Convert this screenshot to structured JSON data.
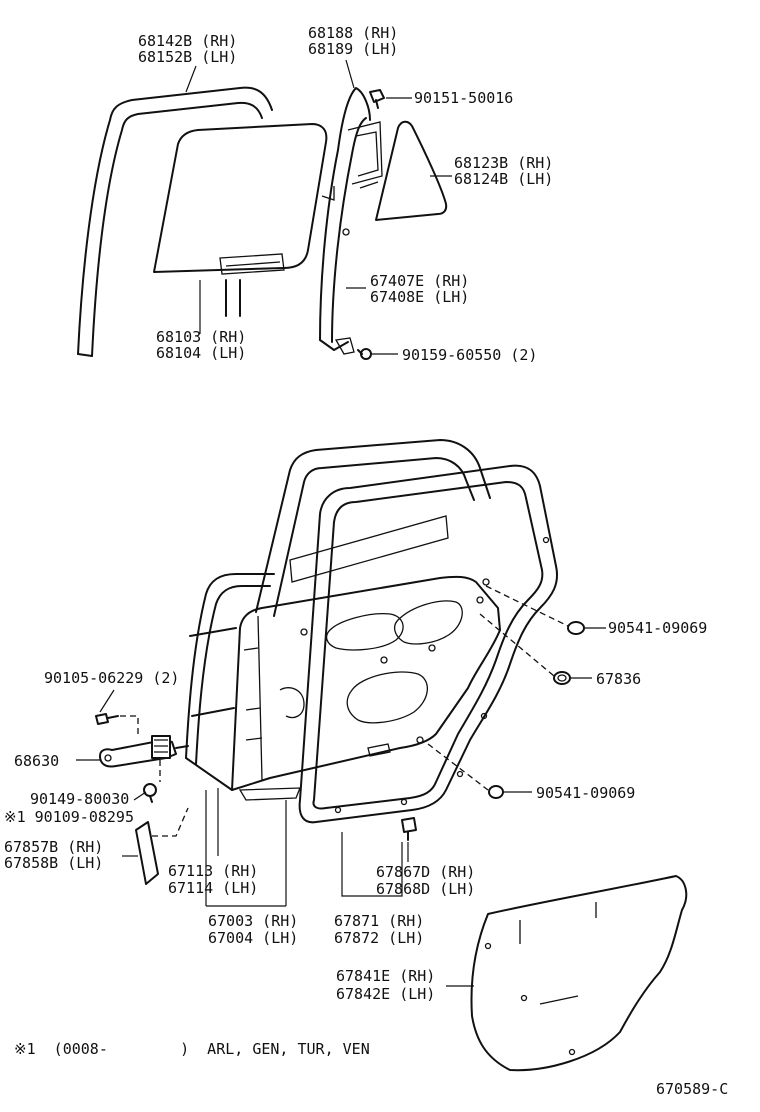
{
  "labels": {
    "glass_run_top": [
      "68142B (RH)",
      "68152B (LH)"
    ],
    "division_bar_top": [
      "68188 (RH)",
      "68189 (LH)"
    ],
    "screw_top": "90151-50016",
    "quarter_glass": [
      "68123B (RH)",
      "68124B (LH)"
    ],
    "division_bar": [
      "67407E (RH)",
      "67408E (LH)"
    ],
    "door_glass": [
      "68103 (RH)",
      "68104 (LH)"
    ],
    "bolt_bottom": "90159-60550 (2)",
    "grommet_upper": "90541-09069",
    "clip": "67836",
    "grommet_lower": "90541-09069",
    "bolt_check": "90105-06229 (2)",
    "door_check": "68630",
    "bolt_a": "90149-80030",
    "bolt_b": "※1 90109-08295",
    "hinge_cover": [
      "67857B (RH)",
      "67858B (LH)"
    ],
    "door_panel": [
      "67113 (RH)",
      "67114 (LH)"
    ],
    "door_assy": [
      "67003 (RH)",
      "67004 (LH)"
    ],
    "weatherstrip": [
      "67871 (RH)",
      "67872 (LH)"
    ],
    "clip_weatherstrip": [
      "67867D (RH)",
      "67868D (LH)"
    ],
    "trim_board": [
      "67841E (RH)",
      "67842E (LH)"
    ],
    "footnote": "※1  (0008-        )  ARL, GEN, TUR, VEN",
    "figure_code": "670589-C"
  }
}
